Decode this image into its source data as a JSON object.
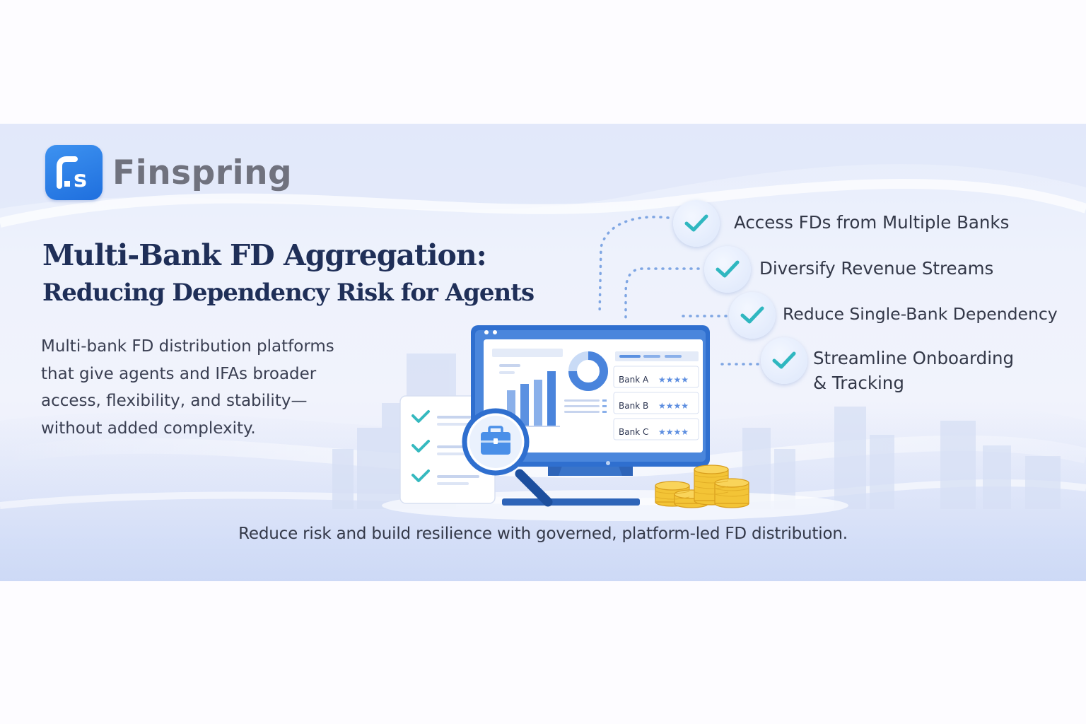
{
  "brand": {
    "name": "Finspring",
    "logo_letters": "fs"
  },
  "headline": {
    "line1": "Multi-Bank FD Aggregation:",
    "line2": "Reducing Dependency Risk for Agents"
  },
  "description": {
    "lines": [
      "Multi-bank FD distribution platforms",
      "that give agents and IFAs broader",
      "access, flexibility, and stability—",
      "without added complexity."
    ]
  },
  "benefits": [
    {
      "lines": [
        "Access FDs from Multiple Banks"
      ]
    },
    {
      "lines": [
        "Diversify Revenue Streams"
      ]
    },
    {
      "lines": [
        "Reduce Single-Bank Dependency"
      ]
    },
    {
      "lines": [
        "Streamline Onboarding",
        "& Tracking"
      ]
    }
  ],
  "dashboard": {
    "banks": [
      {
        "name": "Bank A",
        "rating": "★★★★"
      },
      {
        "name": "Bank B",
        "rating": "★★★★"
      },
      {
        "name": "Bank C",
        "rating": "★★★★"
      }
    ]
  },
  "tagline": "Reduce risk and build resilience with governed, platform-led FD distribution.",
  "colors": {
    "brand_blue": "#2a7be6",
    "headline_navy": "#1f2f58",
    "check_teal": "#2fb7c0",
    "coin_gold": "#f2c23a"
  }
}
